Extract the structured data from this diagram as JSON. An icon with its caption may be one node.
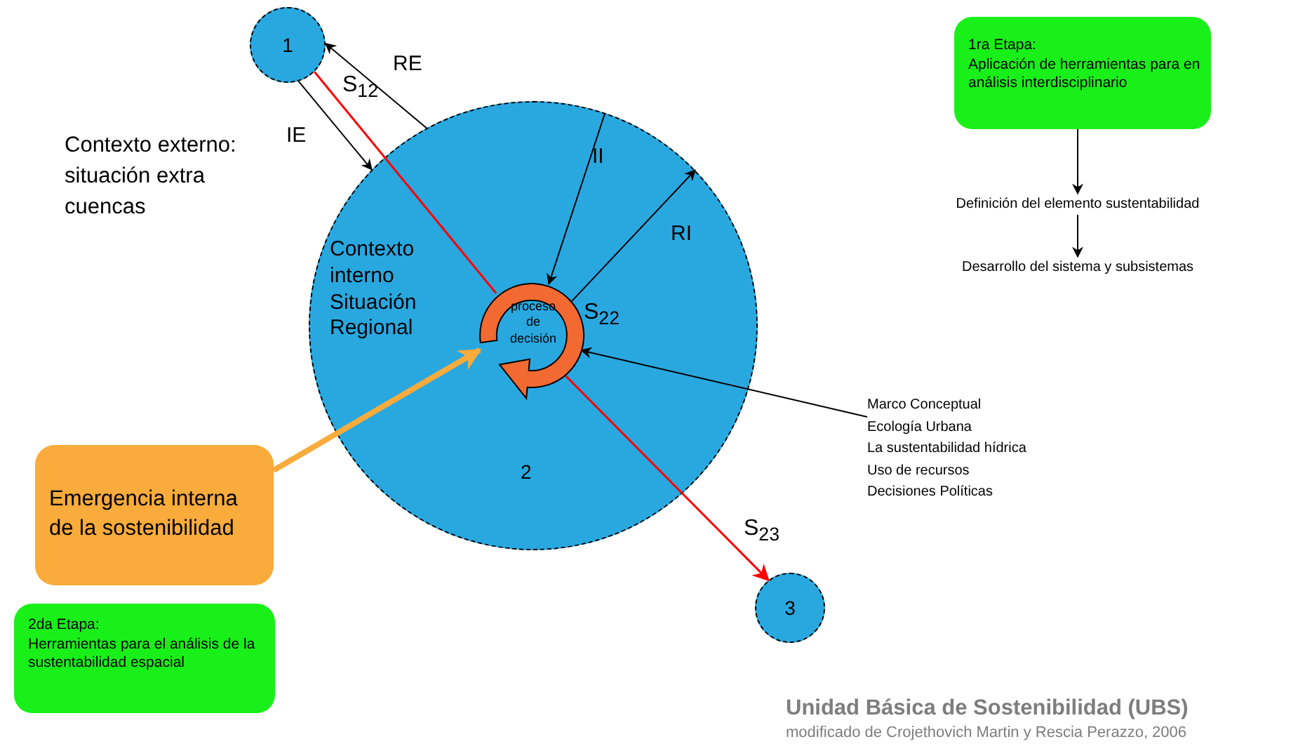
{
  "diagram": {
    "title": "Unidad Básica de Sostenibilidad (UBS)",
    "caption": "modificado de Crojethovich Martin y Rescia Perazzo, 2006",
    "nodes": [
      {
        "text": [
          "1"
        ]
      },
      {
        "text": [
          "Contexto interno Situación Regional",
          "2"
        ]
      },
      {
        "text": [
          "proceso de decisión"
        ],
        "in": 1
      },
      {
        "text": [
          "3"
        ]
      },
      {
        "text": [
          "Emergencia interna de la sostenibilidad"
        ]
      },
      {
        "text": [
          "1ra Etapa:",
          "Aplicación de herramientas para en análisis interdisciplinario"
        ]
      },
      {
        "text": [
          "Definición del elemento sustentabilidad"
        ]
      },
      {
        "text": [
          "Desarrollo del sistema y subsistemas"
        ]
      },
      {
        "text": [
          "Marco Conceptual",
          "Ecología Urbana",
          "La sustentabilidad hídrica",
          "Uso de recursos",
          "Decisiones Políticas"
        ]
      },
      {
        "text": [
          "2da Etapa:",
          "Herramientas para el análisis de la sustentabilidad espacial"
        ]
      }
    ],
    "edges": [
      {
        "from": 0,
        "to": 1,
        "arrow": "to",
        "label": "IE"
      },
      {
        "from": 1,
        "to": 0,
        "arrow": "to",
        "label": "RE"
      },
      {
        "from": 1,
        "to": 2,
        "arrow": "to",
        "label": "II"
      },
      {
        "from": 2,
        "to": 1,
        "arrow": "to",
        "label": "RI"
      },
      {
        "from": 0,
        "to": 2,
        "arrow": "none",
        "color": "#ff0000"
      },
      {
        "from": 2,
        "to": 3,
        "arrow": "to",
        "color": "#ff0000"
      },
      {
        "from": 4,
        "to": 2,
        "arrow": "to",
        "style": "thick",
        "color": "#f9ab3b"
      },
      {
        "from": 8,
        "to": 2,
        "arrow": "to"
      },
      {
        "from": 5,
        "to": 6,
        "arrow": "to"
      },
      {
        "from": 6,
        "to": 7,
        "arrow": "to"
      }
    ],
    "labels": [
      "Contexto externo: situación extra cuencas",
      "S$_{12}$",
      "S$_{22}$",
      "S$_{23}$"
    ]
  }
}
